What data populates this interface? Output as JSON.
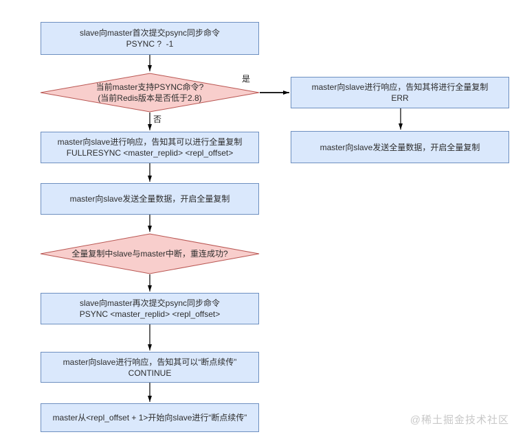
{
  "nodes": {
    "start": {
      "line1": "slave向master首次提交psync同步命令",
      "line2": "PSYNC ?  -1"
    },
    "decision_psync_support": {
      "line1": "当前master支持PSYNC命令?",
      "line2": "(当前Redis版本是否低于2.8)"
    },
    "err_response": {
      "line1": "master向slave进行响应，告知其将进行全量复制",
      "line2": "ERR"
    },
    "full_copy_right": {
      "line1": "master向slave发送全量数据，开启全量复制"
    },
    "fullresync_response": {
      "line1": "master向slave进行响应，告知其可以进行全量复制",
      "line2": "FULLRESYNC <master_replid> <repl_offset>"
    },
    "full_copy_left": {
      "line1": "master向slave发送全量数据，开启全量复制"
    },
    "decision_reconnect": {
      "line1": "全量复制中slave与master中断，重连成功?"
    },
    "psync_retry": {
      "line1": "slave向master再次提交psync同步命令",
      "line2": "PSYNC <master_replid> <repl_offset>"
    },
    "continue_response": {
      "line1": "master向slave进行响应，告知其可以“断点续传”",
      "line2": "CONTINUE"
    },
    "resume_transfer": {
      "line1": "master从<repl_offset + 1>开始向slave进行“断点续传”"
    }
  },
  "edge_labels": {
    "yes": "是",
    "no": "否"
  },
  "watermark": "@稀土掘金技术社区",
  "colors": {
    "process_fill": "#dae8fc",
    "process_border": "#6c8ebf",
    "decision_fill": "#f8cecc",
    "decision_border": "#b85450",
    "arrow": "#000000",
    "text": "#2d2d2d",
    "watermark": "#c8c8c8"
  }
}
